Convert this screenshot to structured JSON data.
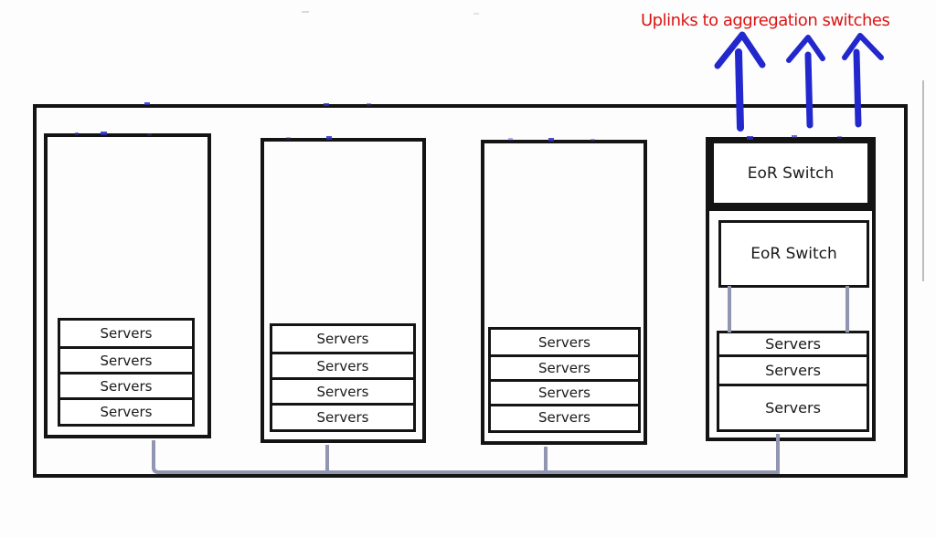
{
  "annotation": {
    "uplink_label": "Uplinks to aggregation switches",
    "label_color": "#da1515"
  },
  "colors": {
    "outline": "#141414",
    "connector": "#9295b0",
    "arrow": "#2228cd",
    "edge_gray": "#bcbcbc"
  },
  "racks": [
    {
      "id": "rack-1",
      "servers": [
        "Servers",
        "Servers",
        "Servers",
        "Servers"
      ]
    },
    {
      "id": "rack-2",
      "servers": [
        "Servers",
        "Servers",
        "Servers",
        "Servers"
      ]
    },
    {
      "id": "rack-3",
      "servers": [
        "Servers",
        "Servers",
        "Servers",
        "Servers"
      ]
    },
    {
      "id": "rack-4",
      "switches": [
        "EoR Switch",
        "EoR Switch"
      ],
      "servers": [
        "Servers",
        "Servers",
        "Servers"
      ]
    }
  ]
}
